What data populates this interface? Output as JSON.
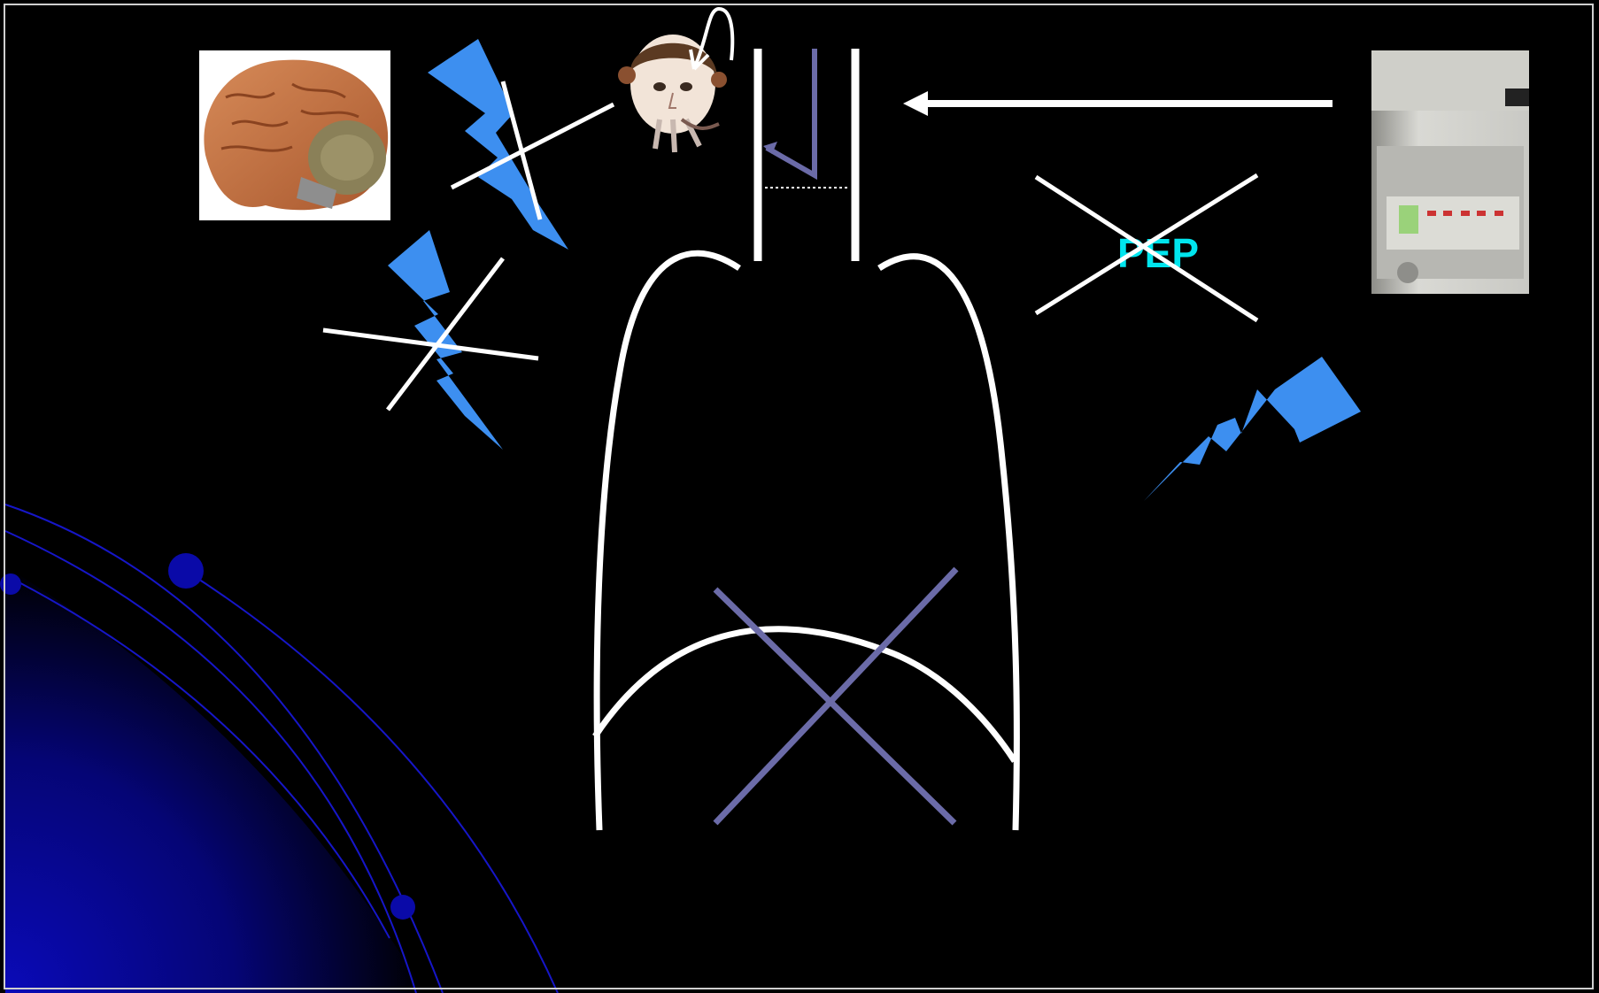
{
  "slide": {
    "colors": {
      "background": "#000000",
      "line": "#ffffff",
      "accent_purple": "#6b6ba8",
      "lightning": "#3d8ff0",
      "pep_text": "#00e5ee",
      "planet_blue": "#0a0ab8"
    },
    "labels": {
      "pep": "PEP"
    },
    "icons": {
      "brain": "brain-image",
      "face": "face-image",
      "ventilator": "ventilator-device-image",
      "lightning": "lightning-bolt-icon"
    }
  }
}
